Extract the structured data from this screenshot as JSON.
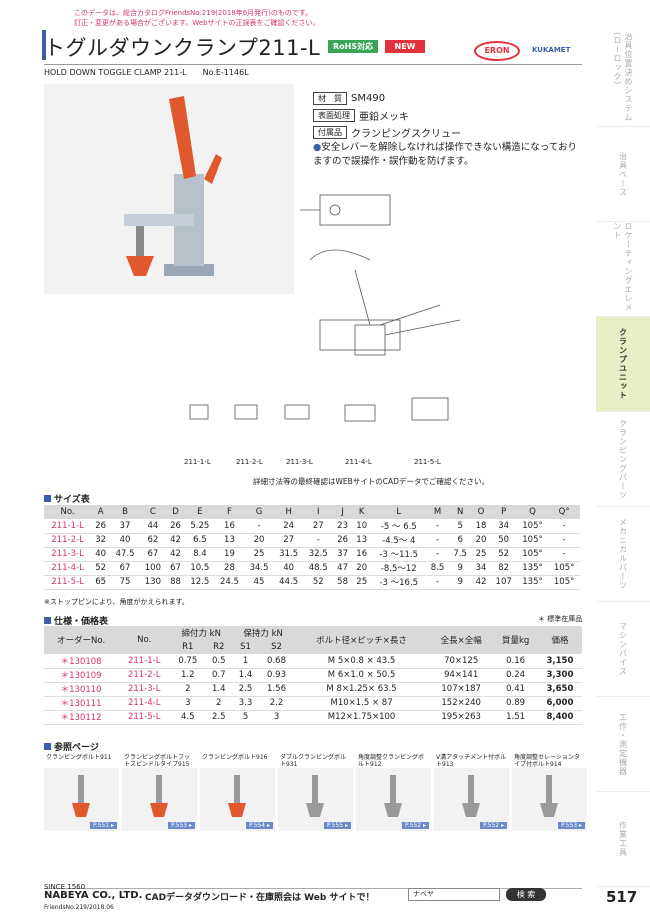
{
  "notice": [
    "このデータは、総合カタログFriendsNo.219(2018年6月発行)のものです。",
    "訂正・変更がある場合がございます。Webサイトの正誤表をご確認ください。"
  ],
  "title": "トグルダウンクランプ211-L",
  "badges": {
    "rohs": "RoHS対応",
    "new": "NEW"
  },
  "logos": {
    "eron": "ERON",
    "kukamet": "KUKAMET"
  },
  "subtitle": "HOLD DOWN TOGGLE CLAMP 211-L　　No.E-1146L",
  "spec": [
    {
      "label": "材　質",
      "value": "SM490"
    },
    {
      "label": "表面処理",
      "value": "亜鉛メッキ"
    },
    {
      "label": "付属品",
      "value": "クランピングスクリュー"
    }
  ],
  "bullet": "安全レバーを解除しなければ操作できない構造になっておりますので誤操作・誤作動を防げます。",
  "models": [
    "211-1-L",
    "211-2-L",
    "211-3-L",
    "211-4-L",
    "211-5-L"
  ],
  "cad_note": "詳細寸法等の最終確認はWEBサイトのCADデータでご確認ください。",
  "size_title": "サイズ表",
  "size_headers": [
    "No.",
    "A",
    "B",
    "C",
    "D",
    "E",
    "F",
    "G",
    "H",
    "I",
    "J",
    "K",
    "L",
    "M",
    "N",
    "O",
    "P",
    "Q",
    "Q°"
  ],
  "size_rows": [
    [
      "211-1-L",
      "26",
      "37",
      "44",
      "26",
      "5.25",
      "16",
      "-",
      "24",
      "27",
      "23",
      "10",
      "-5 ～ 6.5",
      "-",
      "5",
      "18",
      "34",
      "105°",
      "-"
    ],
    [
      "211-2-L",
      "32",
      "40",
      "62",
      "42",
      "6.5",
      "13",
      "20",
      "27",
      "-",
      "26",
      "13",
      "-4.5～ 4",
      "-",
      "6",
      "20",
      "50",
      "105°",
      "-"
    ],
    [
      "211-3-L",
      "40",
      "47.5",
      "67",
      "42",
      "8.4",
      "19",
      "25",
      "31.5",
      "32.5",
      "37",
      "16",
      "-3 ～11.5",
      "-",
      "7.5",
      "25",
      "52",
      "105°",
      "-"
    ],
    [
      "211-4-L",
      "52",
      "67",
      "100",
      "67",
      "10.5",
      "28",
      "34.5",
      "40",
      "48.5",
      "47",
      "20",
      "-8.5～12",
      "8.5",
      "9",
      "34",
      "82",
      "135°",
      "105°"
    ],
    [
      "211-5-L",
      "65",
      "75",
      "130",
      "88",
      "12.5",
      "24.5",
      "45",
      "44.5",
      "52",
      "58",
      "25",
      "-3 ～16.5",
      "-",
      "9",
      "42",
      "107",
      "135°",
      "105°"
    ]
  ],
  "size_note": "※ストップピンにより、角度がかえられます。",
  "price_title": "仕様・価格表",
  "stock_note": "＊ 標準在庫品",
  "price_headers": [
    "オーダーNo.",
    "No.",
    "締付力 kN",
    "保持力 kN",
    "ボルト径×ピッチ×長さ",
    "全長×全幅",
    "質量kg",
    "価格"
  ],
  "price_sub": [
    "R1",
    "R2",
    "S1",
    "S2"
  ],
  "price_rows": [
    [
      "＊130108",
      "211-1-L",
      "0.75",
      "0.5",
      "1",
      "0.68",
      "M 5×0.8 × 43.5",
      "70×125",
      "0.16",
      "3,150"
    ],
    [
      "＊130109",
      "211-2-L",
      "1.2",
      "0.7",
      "1.4",
      "0.93",
      "M 6×1.0 × 50.5",
      "94×141",
      "0.24",
      "3,300"
    ],
    [
      "＊130110",
      "211-3-L",
      "2",
      "1.4",
      "2.5",
      "1.56",
      "M 8×1.25× 63.5",
      "107×187",
      "0.41",
      "3,650"
    ],
    [
      "＊130111",
      "211-4-L",
      "3",
      "2",
      "3.3",
      "2.2",
      "M10×1.5 × 87",
      "152×240",
      "0.89",
      "6,000"
    ],
    [
      "＊130112",
      "211-5-L",
      "4.5",
      "2.5",
      "5",
      "3",
      "M12×1.75×100",
      "195×263",
      "1.51",
      "8,400"
    ]
  ],
  "ref_title": "参照ページ",
  "refs": [
    {
      "label": "クランピングボルト911",
      "page": "P.551 ▸"
    },
    {
      "label": "クランピングボルトフットスピンドルタイプ915",
      "page": "P.553 ▸"
    },
    {
      "label": "クランピングボルト916",
      "page": "P.554 ▸"
    },
    {
      "label": "ダブルクランピングボルト931",
      "page": "P.555 ▸"
    },
    {
      "label": "角度調整クランピングボルト912",
      "page": "P.552 ▸"
    },
    {
      "label": "V溝アタッチメント付ボルト913",
      "page": "P.552 ▸"
    },
    {
      "label": "角度調整セレーションタイプ付ボルト914",
      "page": "P.553 ▸"
    }
  ],
  "footer": {
    "since": "SINCE 1560",
    "brand": "NABEYA CO., LTD.",
    "friends": "FriendsNo.219/2018.06",
    "cad": "CADデータダウンロード・在庫照会は Web サイトで！",
    "search": "ナベヤ",
    "search_btn": "検 索",
    "page": "517"
  },
  "side_tabs": [
    "治具位置決めシステム(ローロック)",
    "治具ベース",
    "ロケーティングエレメント",
    "クランプユニット",
    "クランピングパーツ",
    "メカニカルパーツ",
    "マシンバイス",
    "工作・測定機器",
    "作業工具"
  ],
  "colors": {
    "accent": "#3b5ea8",
    "new": "#e4323d",
    "rohs": "#3aa655",
    "model": "#d6336c"
  }
}
